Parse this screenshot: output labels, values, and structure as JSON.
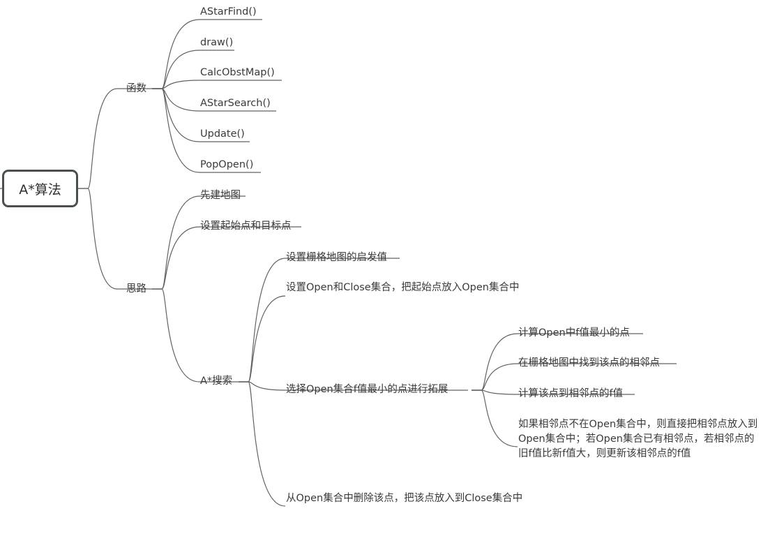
{
  "mindmap": {
    "root": "A*算法",
    "functions": {
      "label": "函数",
      "items": [
        "AStarFind()",
        "draw()",
        "CalcObstMap()",
        "AStarSearch()",
        "Update()",
        "PopOpen()"
      ]
    },
    "ideas": {
      "label": "思路",
      "items": [
        "先建地图",
        "设置起始点和目标点"
      ],
      "search": {
        "label": "A*搜索",
        "items": [
          "设置栅格地图的启发值",
          "设置Open和Close集合，把起始点放入Open集合中",
          "选择Open集合f值最小的点进行拓展",
          "从Open集合中删除该点，把该点放入到Close集合中"
        ],
        "expand_steps": [
          "计算Open中f值最小的点",
          "在栅格地图中找到该点的相邻点",
          "计算该点到相邻点的f值",
          "如果相邻点不在Open集合中，则直接把相邻点放入到Open集合中；若Open集合已有相邻点，若相邻点的旧f值比新f值大，则更新该相邻点的f值"
        ]
      }
    }
  }
}
